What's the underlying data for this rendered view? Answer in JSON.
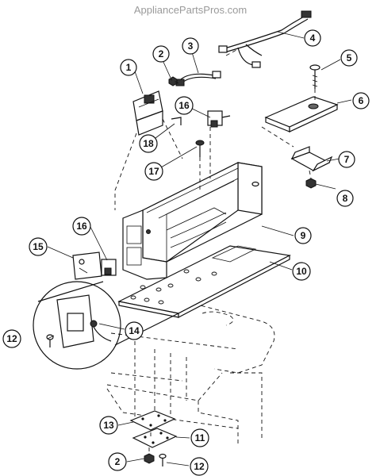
{
  "watermark": "AppliancePartsPros.com",
  "callouts": [
    {
      "id": "c1",
      "label": "1"
    },
    {
      "id": "c2a",
      "label": "2"
    },
    {
      "id": "c3",
      "label": "3"
    },
    {
      "id": "c4",
      "label": "4"
    },
    {
      "id": "c5",
      "label": "5"
    },
    {
      "id": "c6",
      "label": "6"
    },
    {
      "id": "c7",
      "label": "7"
    },
    {
      "id": "c8",
      "label": "8"
    },
    {
      "id": "c9",
      "label": "9"
    },
    {
      "id": "c10",
      "label": "10"
    },
    {
      "id": "c11",
      "label": "11"
    },
    {
      "id": "c12a",
      "label": "12"
    },
    {
      "id": "c12b",
      "label": "12"
    },
    {
      "id": "c13",
      "label": "13"
    },
    {
      "id": "c14",
      "label": "14"
    },
    {
      "id": "c15",
      "label": "15"
    },
    {
      "id": "c16a",
      "label": "16"
    },
    {
      "id": "c16b",
      "label": "16"
    },
    {
      "id": "c17",
      "label": "17"
    },
    {
      "id": "c18",
      "label": "18"
    },
    {
      "id": "c2b",
      "label": "2"
    }
  ]
}
